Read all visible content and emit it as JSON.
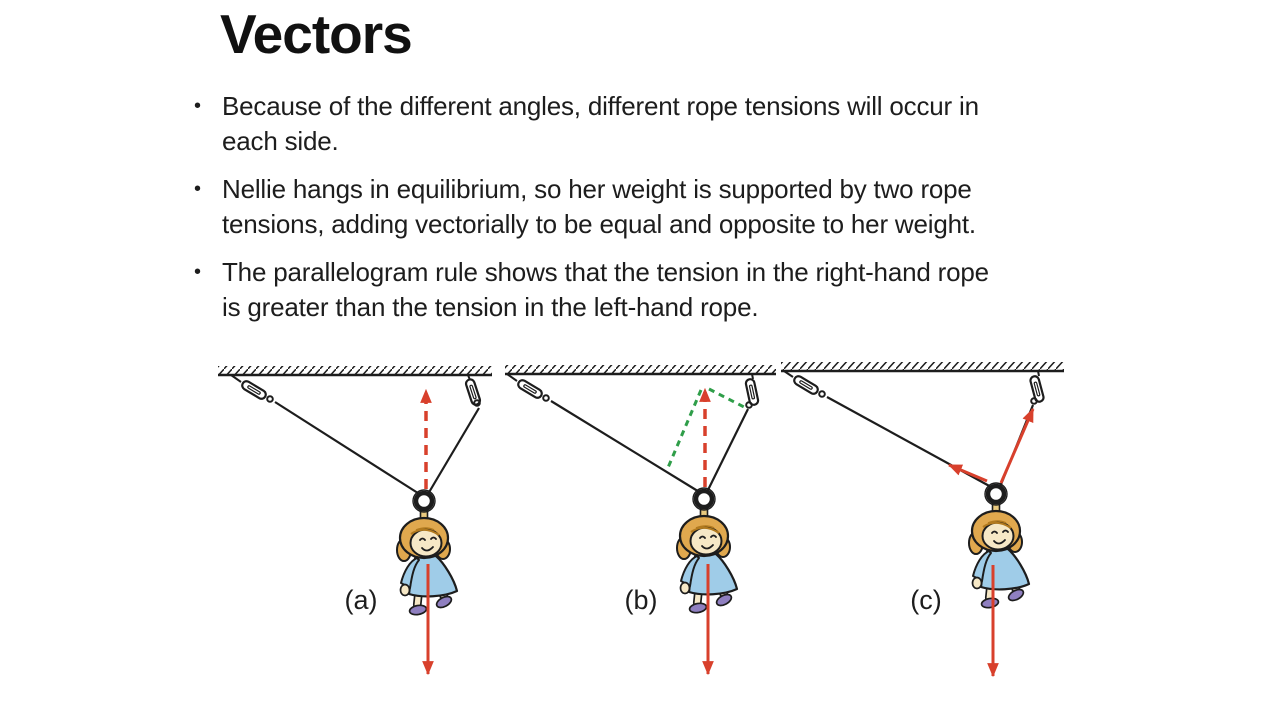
{
  "slide": {
    "title": "Vectors",
    "bullet_char": "•",
    "bullets": [
      {
        "lines": [
          "Because of the different angles, different rope tensions will occur in",
          "each side."
        ]
      },
      {
        "lines": [
          "Nellie hangs in equilibrium, so her weight is supported by two rope",
          "tensions, adding vectorially to be equal and opposite to her weight."
        ]
      },
      {
        "lines": [
          "The parallelogram rule shows that the tension in the right-hand rope",
          "is greater than the tension in the left-hand rope."
        ]
      }
    ]
  },
  "figure": {
    "panels": [
      {
        "label": "(a)"
      },
      {
        "label": "(b)"
      },
      {
        "label": "(c)"
      }
    ],
    "colors": {
      "ink": "#1d1d1d",
      "arrow_red": "#d8402c",
      "dash_green": "#2f9e49",
      "dress_blue": "#9fcce8",
      "hair_gold": "#e0a84e",
      "hair_stroke": "#b27a1e",
      "skin": "#f6e8c6",
      "shoe_purple": "#8f7fc0",
      "strap_tan": "#e9c97e"
    }
  }
}
